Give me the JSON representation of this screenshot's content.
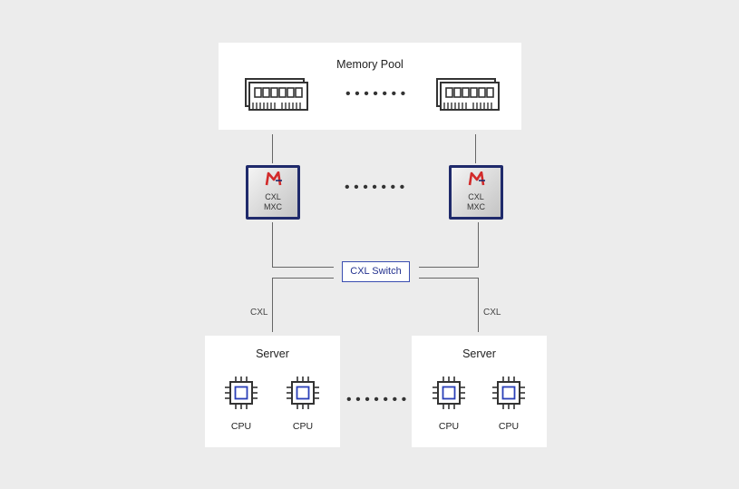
{
  "memory_pool": {
    "title": "Memory Pool"
  },
  "mxc": {
    "line1": "CXL",
    "line2": "MXC"
  },
  "switch": {
    "label": "CXL Switch"
  },
  "links": {
    "left": "CXL",
    "right": "CXL"
  },
  "servers": [
    {
      "title": "Server",
      "cpus": [
        "CPU",
        "CPU"
      ]
    },
    {
      "title": "Server",
      "cpus": [
        "CPU",
        "CPU"
      ]
    }
  ],
  "colors": {
    "background": "#ececec",
    "panel": "#ffffff",
    "chip_border": "#1f2a6b",
    "switch_border": "#3a4db0",
    "cpu_core": "#2a3fb8",
    "logo_red": "#d22a2a"
  },
  "icons": [
    "dimm-icon",
    "mxc-chip-icon",
    "logo-icon",
    "cpu-icon"
  ]
}
